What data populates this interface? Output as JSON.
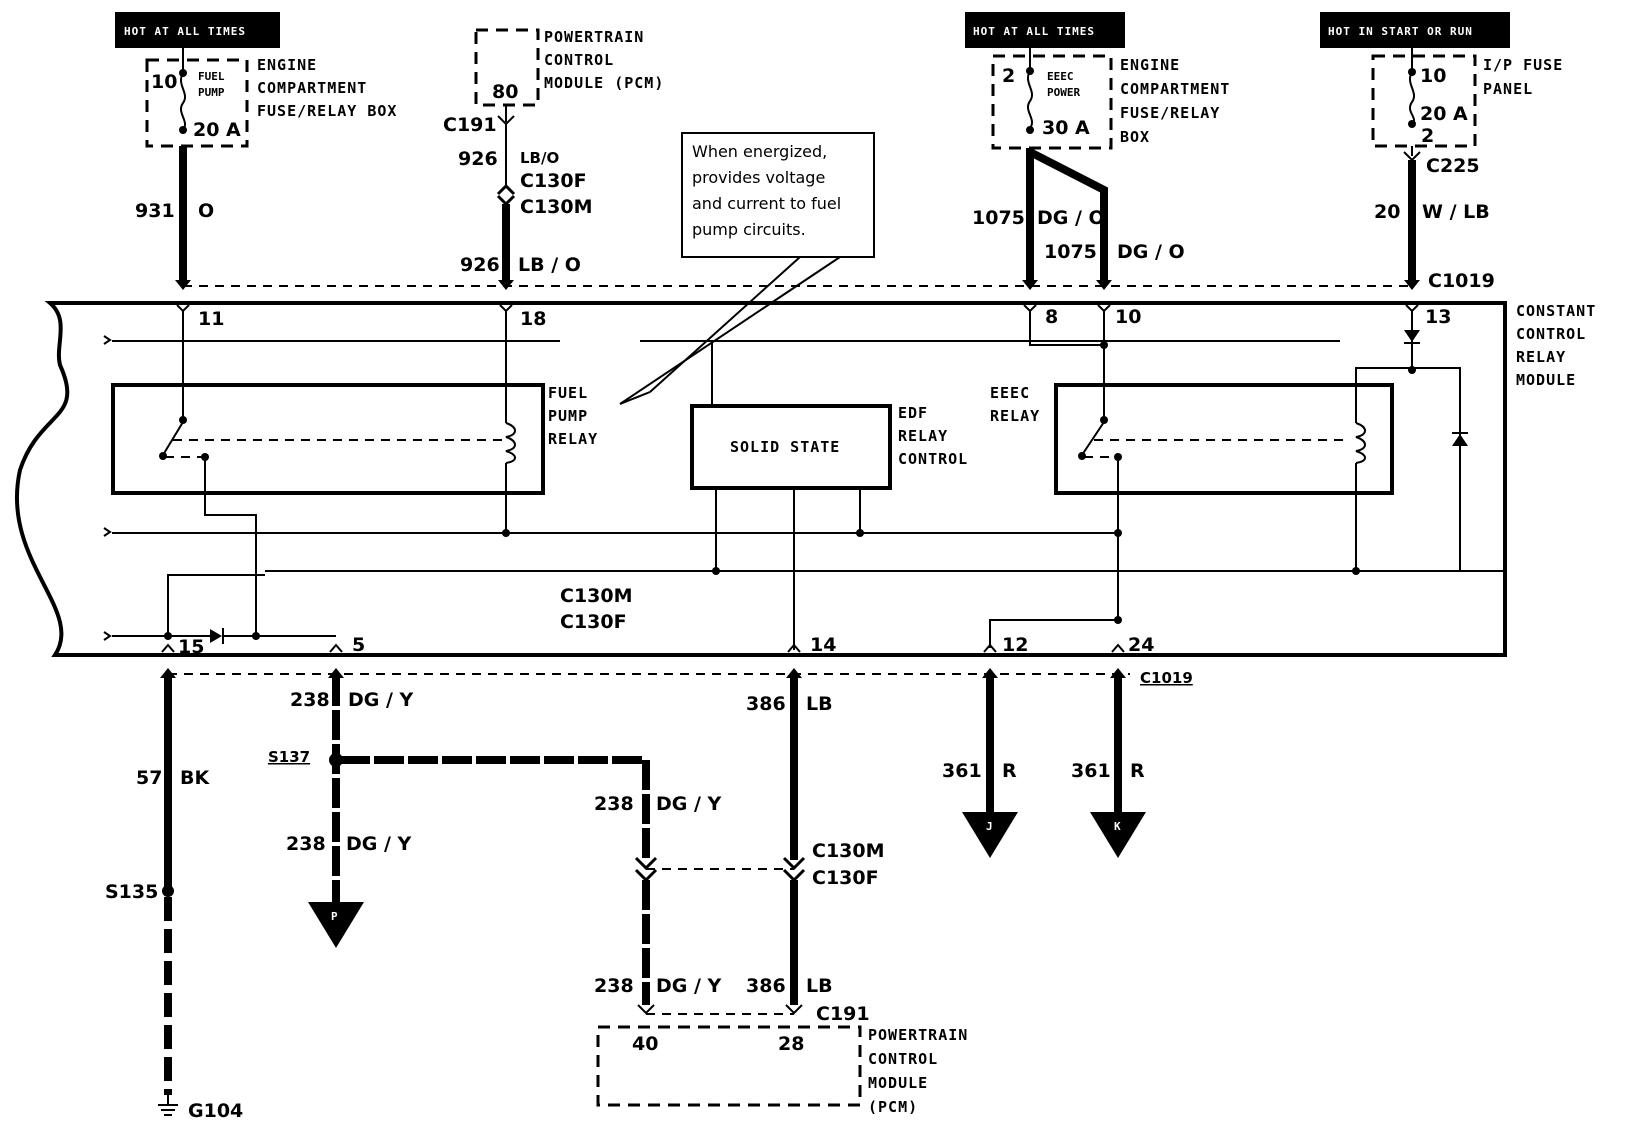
{
  "power_bars": {
    "left_hot": "HOT AT ALL TIMES",
    "middle_hot": "HOT AT ALL TIMES",
    "right_hot": "HOT IN START OR RUN"
  },
  "fuses": {
    "fuel_pump": {
      "number": "10",
      "name_line1": "FUEL",
      "name_line2": "PUMP",
      "rating": "20 A",
      "box_label": [
        "ENGINE",
        "COMPARTMENT",
        "FUSE/RELAY BOX"
      ]
    },
    "eeec_power": {
      "number": "2",
      "name_line1": "EEEC",
      "name_line2": "POWER",
      "rating": "30 A",
      "box_label": [
        "ENGINE",
        "COMPARTMENT",
        "FUSE/RELAY",
        "BOX"
      ]
    },
    "ip_fuse": {
      "number": "10",
      "rating": "20 A",
      "pin": "2",
      "box_label": [
        "I/P FUSE",
        "PANEL"
      ]
    }
  },
  "pcm_top": {
    "pin": "80",
    "label": [
      "POWERTRAIN",
      "CONTROL",
      "MODULE (PCM)"
    ]
  },
  "pcm_bottom": {
    "pin_left": "40",
    "pin_right": "28",
    "label": [
      "POWERTRAIN",
      "CONTROL",
      "MODULE",
      "(PCM)"
    ]
  },
  "connectors": {
    "c191_top": "C191",
    "c130f_top": "C130F",
    "c130m_top": "C130M",
    "c225": "C225",
    "c1019_top": "C1019",
    "c130m_mid": "C130M",
    "c130f_mid": "C130F",
    "c1019_bottom": "C1019",
    "c130m_low": "C130M",
    "c130f_low": "C130F",
    "c191_bottom": "C191"
  },
  "wires": {
    "w931": {
      "circuit": "931",
      "color": "O"
    },
    "w926_upper": {
      "circuit": "926",
      "color": "LB/O"
    },
    "w926_lower": {
      "circuit": "926",
      "color": "LB / O"
    },
    "w1075_a": {
      "circuit": "1075",
      "color": "DG / O"
    },
    "w1075_b": {
      "circuit": "1075",
      "color": "DG / O"
    },
    "w20": {
      "circuit": "20",
      "color": "W / LB"
    },
    "w57": {
      "circuit": "57",
      "color": "BK"
    },
    "w238_top": {
      "circuit": "238",
      "color": "DG / Y"
    },
    "w238_down": {
      "circuit": "238",
      "color": "DG / Y"
    },
    "w238_branch": {
      "circuit": "238",
      "color": "DG / Y"
    },
    "w238_pcm": {
      "circuit": "238",
      "color": "DG / Y"
    },
    "w386_top": {
      "circuit": "386",
      "color": "LB"
    },
    "w386_pcm": {
      "circuit": "386",
      "color": "LB"
    },
    "w361_j": {
      "circuit": "361",
      "color": "R"
    },
    "w361_k": {
      "circuit": "361",
      "color": "R"
    }
  },
  "pins": {
    "p11": "11",
    "p18": "18",
    "p8": "8",
    "p10": "10",
    "p13": "13",
    "p15": "15",
    "p5": "5",
    "p14": "14",
    "p12": "12",
    "p24": "24"
  },
  "module": {
    "label": [
      "CONSTANT",
      "CONTROL",
      "RELAY",
      "MODULE"
    ],
    "fuel_pump_relay": [
      "FUEL",
      "PUMP",
      "RELAY"
    ],
    "solid_state": "SOLID STATE",
    "edf_control": [
      "EDF",
      "RELAY",
      "CONTROL"
    ],
    "eeec_relay": [
      "EEEC",
      "RELAY"
    ]
  },
  "note": [
    "When energized,",
    "provides voltage",
    "and current to fuel",
    "pump circuits."
  ],
  "splices": {
    "s137": "S137",
    "s135": "S135"
  },
  "ground": "G104",
  "arrows": {
    "p": "P",
    "j": "J",
    "k": "K"
  }
}
